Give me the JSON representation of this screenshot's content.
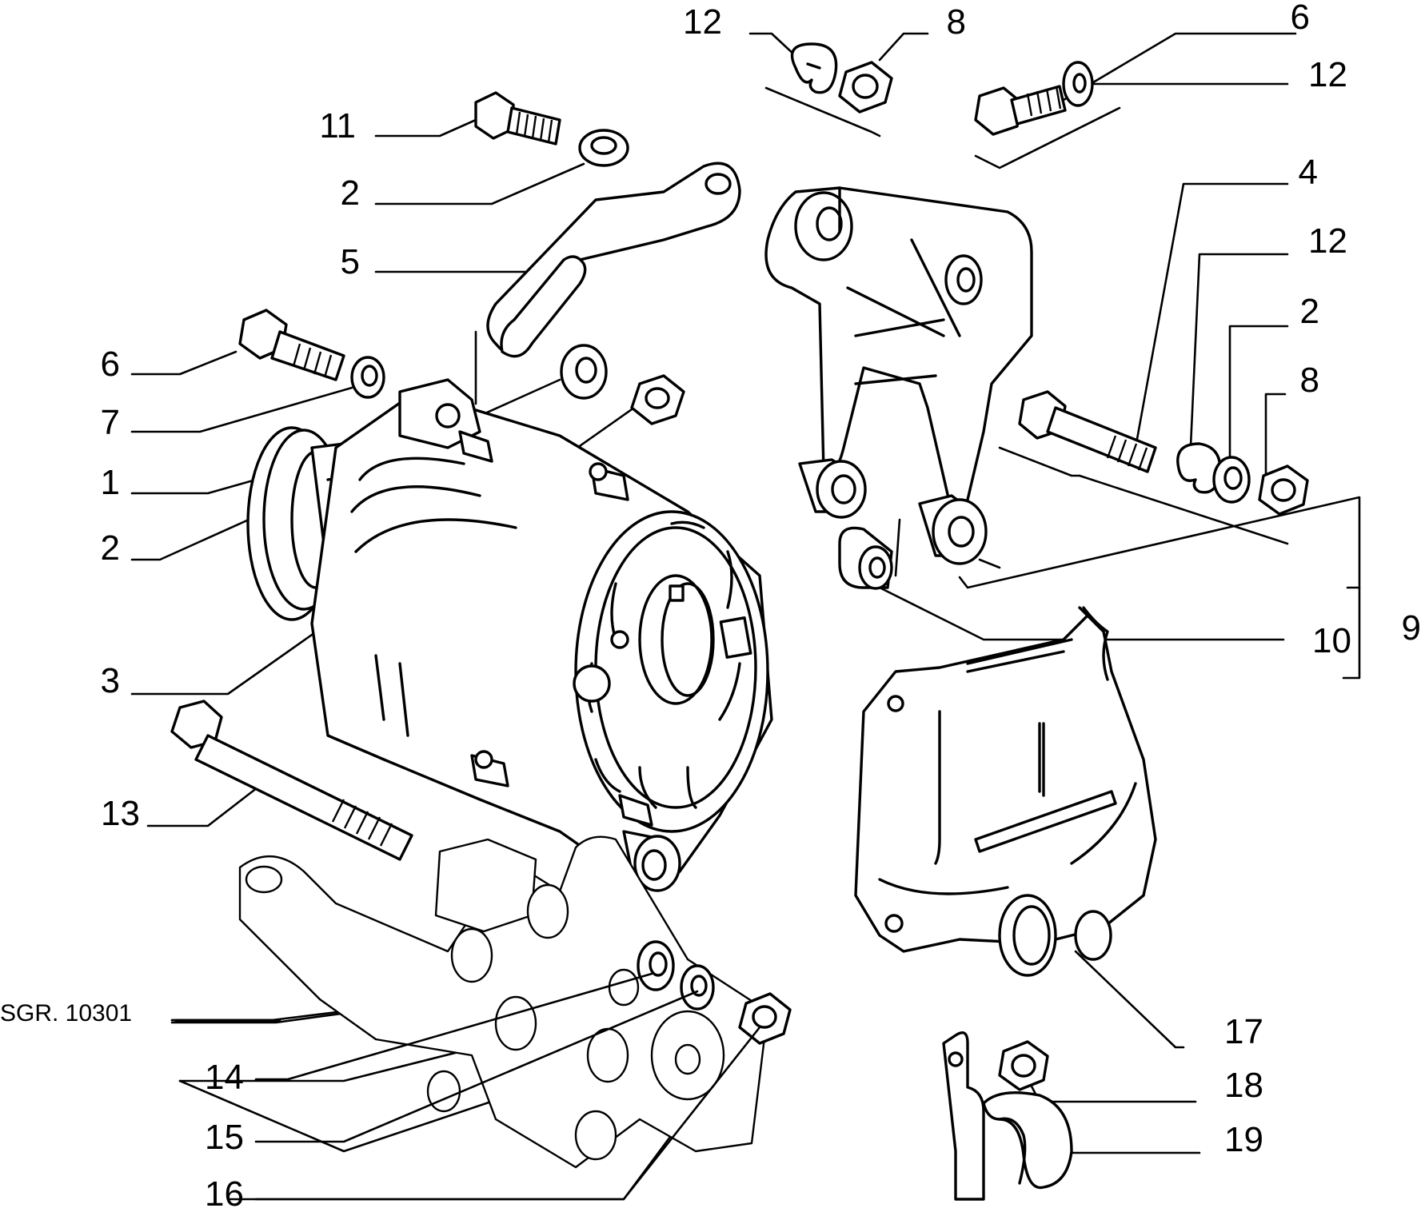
{
  "diagram": {
    "reference_code": "SGR. 10301",
    "callouts": [
      {
        "id": "c12a",
        "label": "12"
      },
      {
        "id": "c8a",
        "label": "8"
      },
      {
        "id": "c6a",
        "label": "6"
      },
      {
        "id": "c12b",
        "label": "12"
      },
      {
        "id": "c11",
        "label": "11"
      },
      {
        "id": "c2a",
        "label": "2"
      },
      {
        "id": "c4",
        "label": "4"
      },
      {
        "id": "c5",
        "label": "5"
      },
      {
        "id": "c12c",
        "label": "12"
      },
      {
        "id": "c2b",
        "label": "2"
      },
      {
        "id": "c6b",
        "label": "6"
      },
      {
        "id": "c8b",
        "label": "8"
      },
      {
        "id": "c7",
        "label": "7"
      },
      {
        "id": "c1",
        "label": "1"
      },
      {
        "id": "c2c",
        "label": "2"
      },
      {
        "id": "c9",
        "label": "9"
      },
      {
        "id": "c10",
        "label": "10"
      },
      {
        "id": "c3",
        "label": "3"
      },
      {
        "id": "c13",
        "label": "13"
      },
      {
        "id": "c17",
        "label": "17"
      },
      {
        "id": "c14",
        "label": "14"
      },
      {
        "id": "c18",
        "label": "18"
      },
      {
        "id": "c15",
        "label": "15"
      },
      {
        "id": "c19",
        "label": "19"
      },
      {
        "id": "c16",
        "label": "16"
      }
    ]
  }
}
